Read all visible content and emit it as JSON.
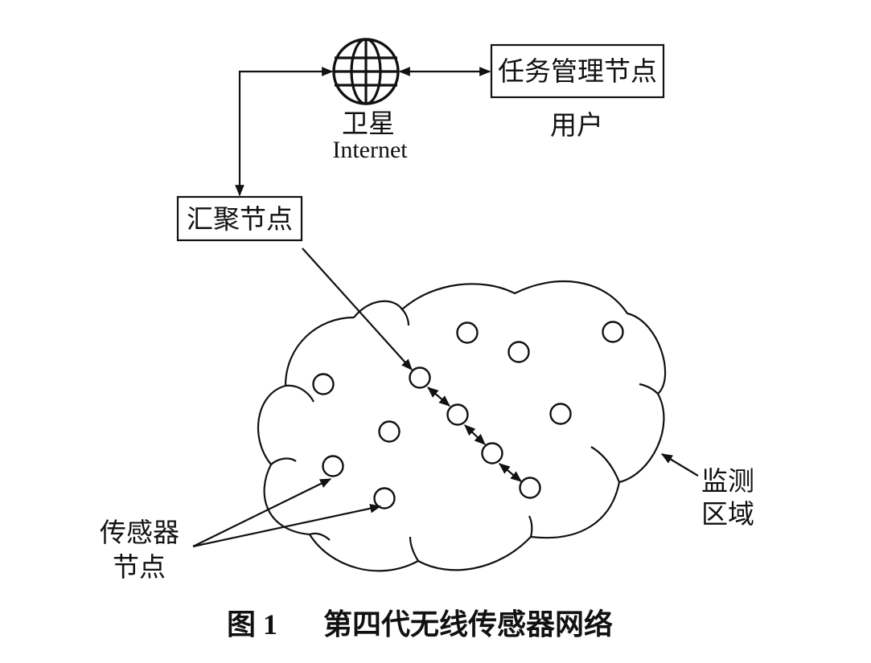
{
  "labels": {
    "satellite": "卫星",
    "internet": "Internet",
    "task_node": "任务管理节点",
    "user": "用户",
    "sink_node": "汇聚节点",
    "monitor_line1": "监测",
    "monitor_line2": "区域",
    "sensor_line1": "传感器",
    "sensor_line2": "节点"
  },
  "caption": {
    "figure_no": "图 1",
    "title": "第四代无线传感器网络"
  }
}
